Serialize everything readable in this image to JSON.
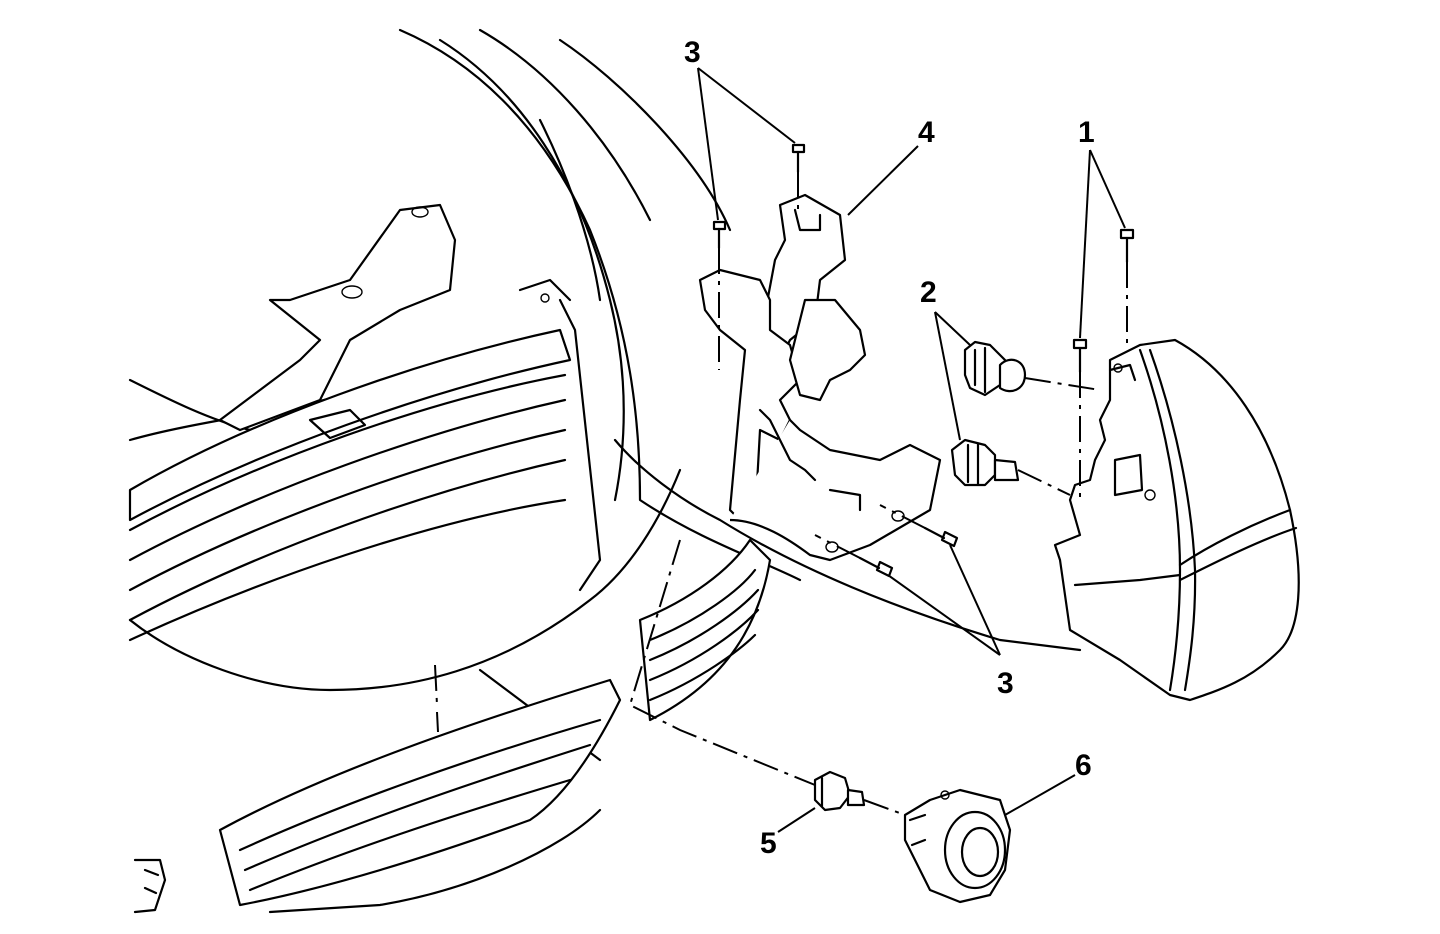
{
  "callouts": {
    "c1": "1",
    "c2": "2",
    "c3_top": "3",
    "c3_bottom": "3",
    "c4": "4",
    "c5": "5",
    "c6": "6"
  }
}
